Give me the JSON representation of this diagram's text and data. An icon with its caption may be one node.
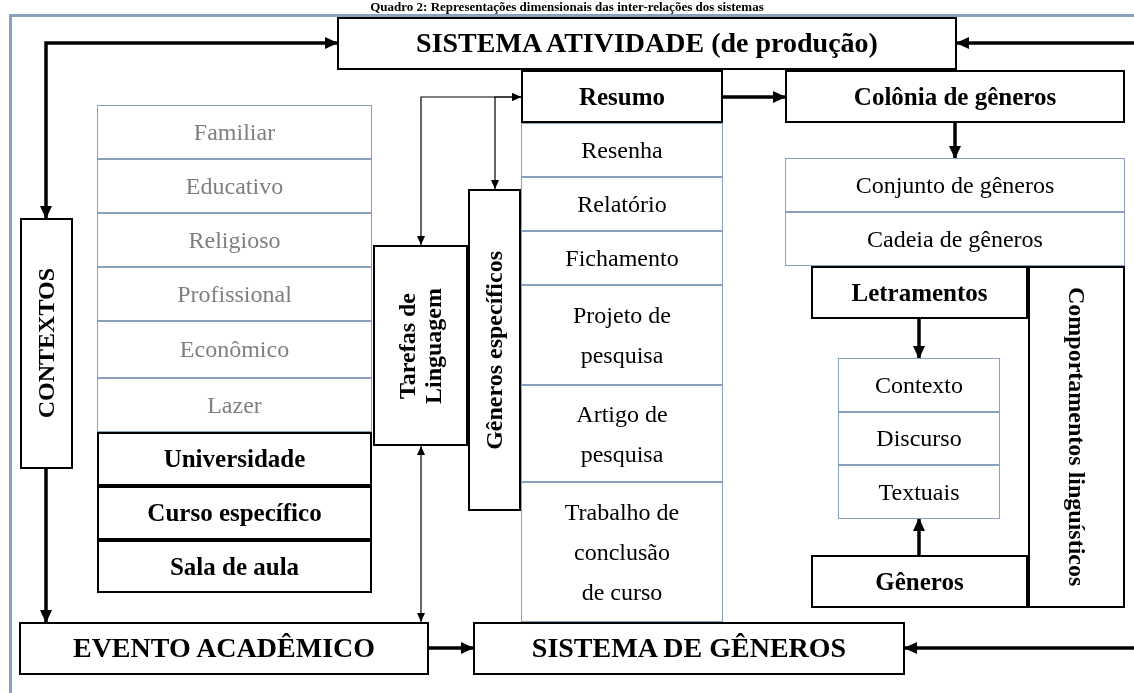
{
  "diagram": {
    "title": "Quadro 2: Representações dimensionais das inter-relações dos sistemas",
    "nodes": [
      {
        "text": [
          "SISTEMA ATIVIDADE (de produção)"
        ]
      },
      {
        "text": [
          "CONTEXTOS"
        ]
      },
      {
        "text": [
          "Familiar"
        ]
      },
      {
        "text": [
          "Educativo"
        ]
      },
      {
        "text": [
          "Religioso"
        ]
      },
      {
        "text": [
          "Profissional"
        ]
      },
      {
        "text": [
          "Econômico"
        ]
      },
      {
        "text": [
          "Lazer"
        ]
      },
      {
        "text": [
          "Universidade"
        ]
      },
      {
        "text": [
          "Curso específico"
        ]
      },
      {
        "text": [
          "Sala de aula"
        ]
      },
      {
        "text": [
          "Tarefas de Linguagem"
        ]
      },
      {
        "text": [
          "Gêneros específicos"
        ]
      },
      {
        "text": [
          "Resumo"
        ]
      },
      {
        "text": [
          "Resenha"
        ]
      },
      {
        "text": [
          "Relatório"
        ]
      },
      {
        "text": [
          "Fichamento"
        ]
      },
      {
        "text": [
          "Projeto de pesquisa"
        ]
      },
      {
        "text": [
          "Artigo de pesquisa"
        ]
      },
      {
        "text": [
          "Trabalho de conclusão de curso"
        ]
      },
      {
        "text": [
          "Colônia de gêneros"
        ]
      },
      {
        "text": [
          "Conjunto de gêneros"
        ]
      },
      {
        "text": [
          "Cadeia de gêneros"
        ]
      },
      {
        "text": [
          "Letramentos"
        ]
      },
      {
        "text": [
          "Comportamentos linguísticos"
        ]
      },
      {
        "text": [
          "Contexto"
        ]
      },
      {
        "text": [
          "Discurso"
        ]
      },
      {
        "text": [
          "Textuais"
        ]
      },
      {
        "text": [
          "Gêneros"
        ]
      },
      {
        "text": [
          "EVENTO ACADÊMICO"
        ]
      },
      {
        "text": [
          "SISTEMA DE GÊNEROS"
        ]
      }
    ],
    "edges": [
      {
        "from": 0,
        "to": 1,
        "arrow": "both"
      },
      {
        "from": 1,
        "to": 29,
        "arrow": "to"
      },
      {
        "from": 29,
        "to": 30,
        "arrow": "to"
      },
      {
        "from": 13,
        "to": 20,
        "arrow": "to"
      },
      {
        "from": 20,
        "to": 21,
        "arrow": "to"
      },
      {
        "from": 23,
        "to": 25,
        "arrow": "to"
      },
      {
        "from": 28,
        "to": 27,
        "arrow": "to"
      },
      {
        "from": null,
        "to": 0,
        "arrow": "to"
      },
      {
        "from": null,
        "to": 30,
        "arrow": "to"
      },
      {
        "from": 11,
        "to": 13,
        "arrow": "both"
      },
      {
        "from": 12,
        "to": 13,
        "arrow": "both"
      },
      {
        "from": 11,
        "to": 29,
        "arrow": "both"
      }
    ]
  }
}
